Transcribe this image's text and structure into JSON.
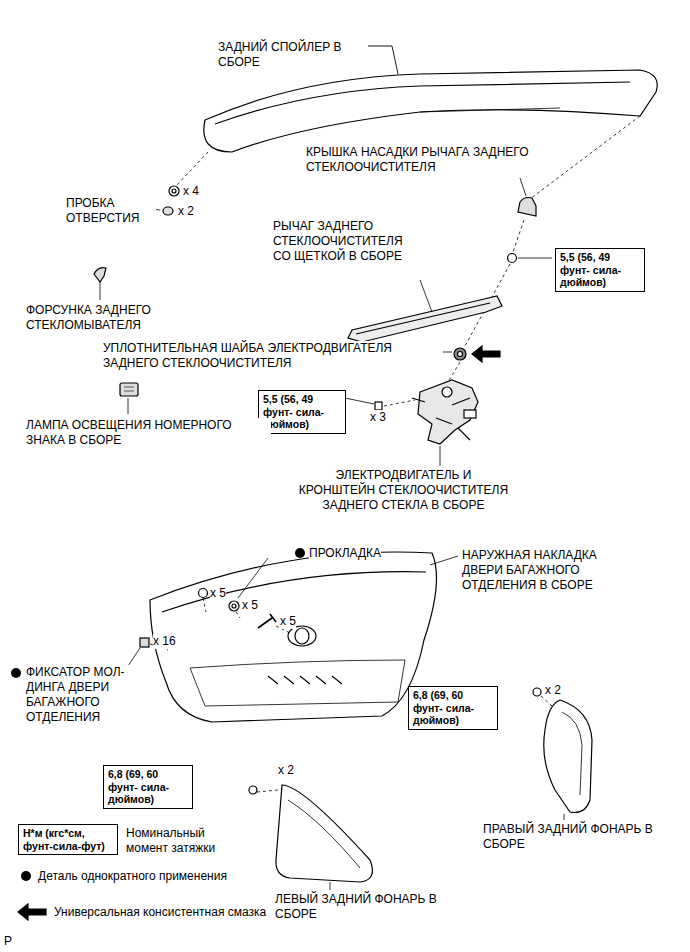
{
  "diagram": {
    "nodes": [
      {
        "text": [
          "5,5 (56, 49 фунт- сила-дюймов)"
        ]
      },
      {
        "text": [
          "5,5 (56, 49 фунт- сила-дюймов)"
        ]
      },
      {
        "text": [
          "6,8 (69, 60 фунт- сила-дюймов)"
        ]
      },
      {
        "text": [
          "6,8 (69, 60 фунт- сила-дюймов)"
        ]
      },
      {
        "text": [
          "Н*м (кгс*см, фунт-сила-фут)"
        ]
      }
    ],
    "labels": [
      "ЗАДНИЙ СПОЙЛЕР В СБОРЕ",
      "x 4",
      "ПРОБКА ОТВЕРСТИЯ",
      "x 2",
      "КРЫШКА НАСАДКИ РЫЧАГА ЗАДНЕГО СТЕКЛООЧИСТИТЕЛЯ",
      "РЫЧАГ ЗАДНЕГО СТЕКЛООЧИСТИТЕЛЯ СО ЩЕТКОЙ В СБОРЕ",
      "ФОРСУНКА ЗАДНЕГО СТЕКЛОМЫВАТЕЛЯ",
      "УПЛОТНИТЕЛЬНАЯ ШАЙБА ЭЛЕКТРОДВИГАТЕЛЯ ЗАДНЕГО СТЕКЛООЧИСТИТЕЛЯ",
      "x 3",
      "ЛАМПА ОСВЕЩЕНИЯ НОМЕРНОГО ЗНАКА В СБОРЕ",
      "ЭЛЕКТРОДВИГАТЕЛЬ И КРОНШТЕЙН СТЕКЛООЧИСТИТЕЛЯ ЗАДНЕГО СТЕКЛА В СБОРЕ",
      "ПРОКЛАДКА",
      "НАРУЖНАЯ НАКЛАДКА ДВЕРИ БАГАЖНОГО ОТДЕЛЕНИЯ В СБОРЕ",
      "x 5",
      "x 5",
      "x 5",
      "x 16",
      "ФИКСАТОР МОЛ- ДИНГА ДВЕРИ БАГАЖНОГО ОТДЕЛЕНИЯ",
      "x 2",
      "ПРАВЫЙ ЗАДНИЙ ФОНАРЬ В СБОРЕ",
      "x 2",
      "ЛЕВЫЙ ЗАДНИЙ ФОНАРЬ В СБОРЕ",
      "P"
    ],
    "legend": [
      {
        "text": "Номинальный момент затяжки"
      },
      {
        "text": "Деталь однократного применения"
      },
      {
        "text": "Универсальная консистентная смазка"
      }
    ]
  }
}
